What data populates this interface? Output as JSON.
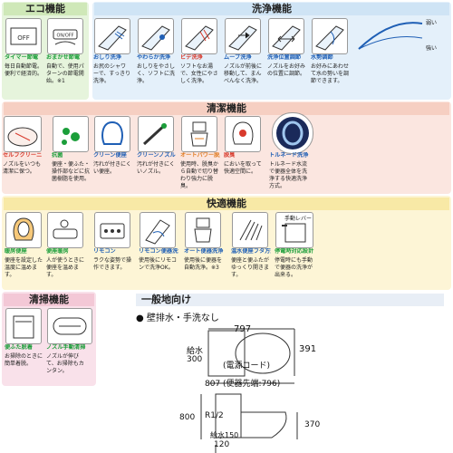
{
  "sections": {
    "eco": "エコ機能",
    "wash": "洗浄機能",
    "clean": "清潔機能",
    "comfort": "快適機能",
    "cleaning": "清掃機能",
    "spec": "一般地向け"
  },
  "eco_items": [
    {
      "label": "タイマー節電",
      "desc": "毎日自動節電。便利で経済的。"
    },
    {
      "label": "おまかせ節電",
      "desc": "自動で、使用パターンの節電開始。※1"
    }
  ],
  "wash_items": [
    {
      "label": "おしり洗浄",
      "desc": "お尻のシャワーで、すっきり洗浄。"
    },
    {
      "label": "やわらか洗浄",
      "desc": "おしりをやさしく、ソフトに洗浄。"
    },
    {
      "label": "ビデ洗浄",
      "desc": "ソフトなお湯で、女性にやさしく洗浄。"
    },
    {
      "label": "ムーブ洗浄",
      "desc": "ノズルが前後に移動して、まんべんなく洗浄。"
    },
    {
      "label": "洗浄位置調節",
      "desc": "ノズルをお好みの位置に調節。"
    },
    {
      "label": "水勢調節",
      "desc": "お好みにあわせて水の勢いを調節できます。"
    }
  ],
  "clean_items": [
    {
      "label": "セルフクリーニング",
      "desc": "ノズルをいつも清潔に保つ。"
    },
    {
      "label": "抗菌",
      "desc": "便座・便ふた・操作部などに抗菌樹脂を使用。"
    },
    {
      "label": "クリーン便座",
      "desc": "汚れが付きにくい便座。"
    },
    {
      "label": "クリーンノズル",
      "desc": "汚れが付きにくいノズル。"
    },
    {
      "label": "オートパワー脱臭",
      "desc": "使用時、脱臭から自動で切り替わり強力に脱臭。"
    },
    {
      "label": "脱臭",
      "desc": "においを取って快適空間に。"
    },
    {
      "label": "トルネード洗浄",
      "desc": "トルネード水流で便器全体を洗浄する快適洗浄方式。"
    }
  ],
  "comfort_items": [
    {
      "label": "暖房便座",
      "desc": "便座を設定した温度に温めます。"
    },
    {
      "label": "便座暖房",
      "desc": "人が使うときに便座を温めます。"
    },
    {
      "label": "リモコン",
      "desc": "ラクな姿勢で操作できます。"
    },
    {
      "label": "リモコン便器洗浄",
      "desc": "使用後にリモコンで洗浄OK。"
    },
    {
      "label": "オート便器洗浄",
      "desc": "使用後に便器を自動洗浄。※3"
    },
    {
      "label": "温水便座フタ方式",
      "desc": "便座と便ふたがゆっくり開きます。"
    },
    {
      "label": "停電時対応設計",
      "desc": "停電時にも手動で便器の洗浄が出来る。"
    }
  ],
  "cleaning_items": [
    {
      "label": "便ふた脱着",
      "desc": "お掃除のときに簡単着脱。"
    },
    {
      "label": "ノズル手動清掃",
      "desc": "ノズルが伸びて、お掃除もカンタン。"
    }
  ],
  "misc": {
    "off_text": "OFF",
    "timer_on_off": "ON/OFF",
    "low_label": "弱い",
    "strong_label": "強い",
    "remote_label": "手動レバー"
  },
  "spec": {
    "drain": "● 壁排水・手洗なし",
    "dim_797": "797",
    "dim_391": "391",
    "dim_300": "300",
    "water_supply": "給水",
    "power_cord": "(電源コード)",
    "dim_807": "807 (便器先端:796)",
    "dim_800": "800",
    "r12": "R1/2",
    "dim_370": "370",
    "supply_150": "給水150",
    "dim_120": "120"
  },
  "colors": {
    "eco_bg": "#e6f4dc",
    "eco_band": "#cfe8b8",
    "wash_bg": "#e4f0fa",
    "wash_band": "#cfe4f5",
    "clean_bg": "#fbe6e0",
    "clean_band": "#f6cfc2",
    "comfort_bg": "#fdf5d6",
    "comfort_band": "#f8e9a6",
    "cleaning_bg": "#f9e1ea",
    "cleaning_band": "#f3c8d6",
    "spec_band": "#e8eef6"
  }
}
